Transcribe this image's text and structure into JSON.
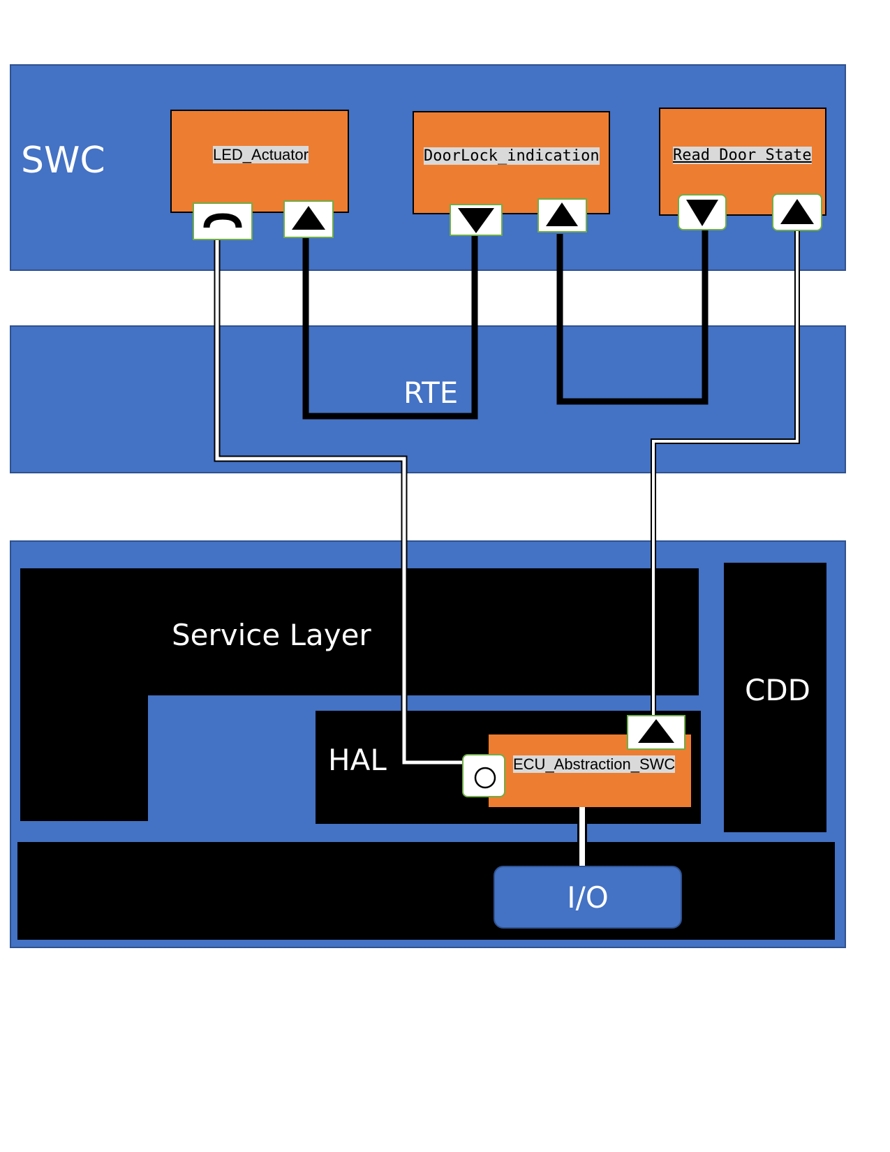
{
  "colors": {
    "layer_blue": "#4472c4",
    "component_orange": "#ed7d31",
    "block_black": "#000000",
    "port_border": "#70ad47"
  },
  "layers": {
    "swc_label": "SWC",
    "rte_label": "RTE",
    "service_layer_label": "Service Layer",
    "hal_label": "HAL",
    "cdd_label": "CDD",
    "io_label": "I/O"
  },
  "components": {
    "led_actuator": "LED_Actuator",
    "doorlock_indication": "DoorLock_indication",
    "read_door_state": "Read Door State",
    "ecu_abstraction": "ECU_Abstraction_SWC"
  },
  "ports": {
    "led_client": "client-server-port-icon",
    "led_sender": "sender-port-up-icon",
    "doorlock_receiver": "receiver-port-down-icon",
    "doorlock_sender": "sender-port-up-icon",
    "read_receiver": "receiver-port-down-icon",
    "read_sender": "sender-port-up-icon",
    "ecu_server": "server-port-circle-icon",
    "ecu_sender": "sender-port-up-icon"
  }
}
